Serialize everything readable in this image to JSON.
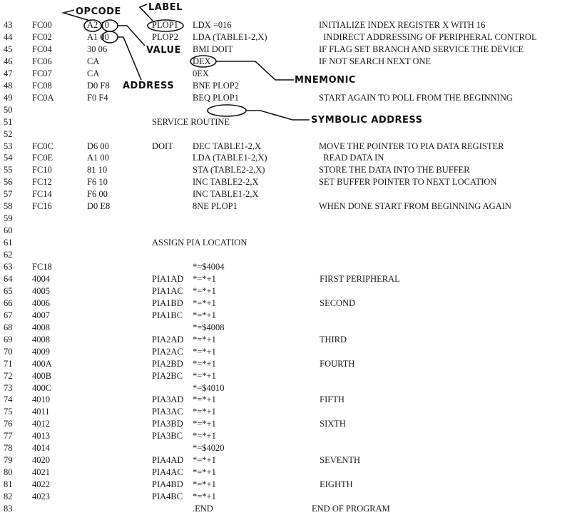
{
  "annotations": {
    "opcode": "OPCODE",
    "label": "LABEL",
    "value": "VALUE",
    "address": "ADDRESS",
    "mnemonic": "MNEMONIC",
    "symbolic_address": "SYMBOLIC ADDRESS"
  },
  "rows": [
    {
      "n": "43",
      "addr": "FC00",
      "code": "A2 10",
      "label": "PLOP1",
      "op": "LDX =016",
      "comment": "INITIALIZE INDEX REGISTER X WITH 16"
    },
    {
      "n": "44",
      "addr": "FC02",
      "code": "A1 00",
      "label": "PLOP2",
      "op": "LDA (TABLE1-2,X)",
      "comment": "  INDIRECT ADDRESSING OF PERIPHERAL CONTROL"
    },
    {
      "n": "45",
      "addr": "FC04",
      "code": "30 06",
      "label": "",
      "op": "BMI DOIT",
      "comment": "IF FLAG SET BRANCH AND SERVICE THE DEVICE"
    },
    {
      "n": "46",
      "addr": "FC06",
      "code": "CA",
      "label": "",
      "op": "DEX",
      "comment": "IF NOT SEARCH NEXT ONE"
    },
    {
      "n": "47",
      "addr": "FC07",
      "code": "CA",
      "label": "",
      "op": "0EX",
      "comment": ""
    },
    {
      "n": "48",
      "addr": "FC08",
      "code": "D0 F8",
      "label": "",
      "op": "BNE PLOP2",
      "comment": ""
    },
    {
      "n": "49",
      "addr": "FC0A",
      "code": "F0 F4",
      "label": "",
      "op": "BEQ PLOP1",
      "comment": "START AGAIN TO POLL FROM THE BEGINNING"
    },
    {
      "n": "50",
      "addr": "",
      "code": "",
      "label": "",
      "op": "",
      "comment": ""
    },
    {
      "n": "51",
      "addr": "",
      "code": "",
      "label": "SERVICE ROUTINE",
      "op": "",
      "comment": ""
    },
    {
      "n": "52",
      "addr": "",
      "code": "",
      "label": "",
      "op": "",
      "comment": ""
    },
    {
      "n": "53",
      "addr": "FC0C",
      "code": "D6 00",
      "label": "DOIT",
      "op": "DEC TABLE1-2,X",
      "comment": "MOVE THE POINTER TO PIA DATA REGISTER"
    },
    {
      "n": "54",
      "addr": "FC0E",
      "code": "A1 00",
      "label": "",
      "op": "LDA (TABLE1-2,X)",
      "comment": "  READ DATA IN"
    },
    {
      "n": "55",
      "addr": "FC10",
      "code": "81 10",
      "label": "",
      "op": "STA (TABLE2-2,X)",
      "comment": "STORE THE DATA INTO THE BUFFER"
    },
    {
      "n": "56",
      "addr": "FC12",
      "code": "F6 10",
      "label": "",
      "op": "INC TABLE2-2,X",
      "comment": "SET BUFFER POINTER TO NEXT LOCATION"
    },
    {
      "n": "57",
      "addr": "FC14",
      "code": "F6 00",
      "label": "",
      "op": "INC TABLE1-2,X",
      "comment": ""
    },
    {
      "n": "58",
      "addr": "FC16",
      "code": "D0 E8",
      "label": "",
      "op": "8NE PLOP1",
      "comment": "WHEN DONE START FROM BEGINNING AGAIN"
    },
    {
      "n": "59",
      "addr": "",
      "code": "",
      "label": "",
      "op": "",
      "comment": ""
    },
    {
      "n": "60",
      "addr": "",
      "code": "",
      "label": "",
      "op": "",
      "comment": ""
    },
    {
      "n": "61",
      "addr": "",
      "code": "",
      "label": "ASSIGN PIA LOCATION",
      "op": "",
      "comment": ""
    },
    {
      "n": "62",
      "addr": "",
      "code": "",
      "label": "",
      "op": "",
      "comment": ""
    },
    {
      "n": "63",
      "addr": "FC18",
      "code": "",
      "label": "",
      "op": "*=$4004",
      "comment": ""
    },
    {
      "n": "64",
      "addr": "4004",
      "code": "",
      "label": "PIA1AD",
      "op": "*=*+1",
      "comment": " FIRST PERIPHERAL"
    },
    {
      "n": "65",
      "addr": "4005",
      "code": "",
      "label": "PIA1AC",
      "op": "*=*+1",
      "comment": ""
    },
    {
      "n": "66",
      "addr": "4006",
      "code": "",
      "label": "PIA1BD",
      "op": "*=*+1",
      "comment": " SECOND"
    },
    {
      "n": "67",
      "addr": "4007",
      "code": "",
      "label": "PIA1BC",
      "op": "*=*+1",
      "comment": ""
    },
    {
      "n": "68",
      "addr": "4008",
      "code": "",
      "label": "",
      "op": "*=$4008",
      "comment": ""
    },
    {
      "n": "69",
      "addr": "4008",
      "code": "",
      "label": "PIA2AD",
      "op": "*=*+1",
      "comment": " THIRD"
    },
    {
      "n": "70",
      "addr": "4009",
      "code": "",
      "label": "PIA2AC",
      "op": "*=*+1",
      "comment": ""
    },
    {
      "n": "71",
      "addr": "400A",
      "code": "",
      "label": "PIA2BD",
      "op": "*=*+1",
      "comment": " FOURTH"
    },
    {
      "n": "72",
      "addr": "400B",
      "code": "",
      "label": "PIA2BC",
      "op": "*=*+1",
      "comment": ""
    },
    {
      "n": "73",
      "addr": "400C",
      "code": "",
      "label": "",
      "op": "*=$4010",
      "comment": ""
    },
    {
      "n": "74",
      "addr": "4010",
      "code": "",
      "label": "PIA3AD",
      "op": "*=*+1",
      "comment": " FIFTH"
    },
    {
      "n": "75",
      "addr": "4011",
      "code": "",
      "label": "PIA3AC",
      "op": "*=*+1",
      "comment": ""
    },
    {
      "n": "76",
      "addr": "4012",
      "code": "",
      "label": "PIA3BD",
      "op": "*=*+1",
      "comment": " SIXTH"
    },
    {
      "n": "77",
      "addr": "4013",
      "code": "",
      "label": "PIA3BC",
      "op": "*=*+1",
      "comment": ""
    },
    {
      "n": "78",
      "addr": "4014",
      "code": "",
      "label": "",
      "op": "*=$4020",
      "comment": ""
    },
    {
      "n": "79",
      "addr": "4020",
      "code": "",
      "label": "PIA4AD",
      "op": "*=*+1",
      "comment": " SEVENTH"
    },
    {
      "n": "80",
      "addr": "4021",
      "code": "",
      "label": "PIA4AC",
      "op": "*=*+1",
      "comment": ""
    },
    {
      "n": "81",
      "addr": "4022",
      "code": "",
      "label": "PIA4BD",
      "op": "*=*+1",
      "comment": " EIGHTH"
    },
    {
      "n": "82",
      "addr": "4023",
      "code": "",
      "label": "PIA4BC",
      "op": "*=*+1",
      "comment": ""
    },
    {
      "n": "83",
      "addr": "",
      "code": "",
      "label": "",
      "op": ".END",
      "comment": "END OF PROGRAM"
    }
  ]
}
